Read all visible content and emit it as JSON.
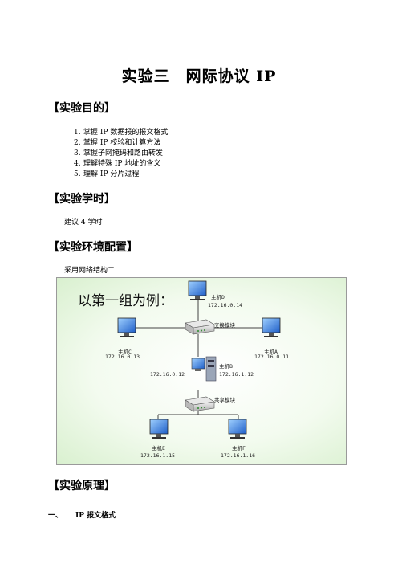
{
  "title": "实验三　网际协议 IP",
  "sections": {
    "purpose": "【实验目的】",
    "hours": "【实验学时】",
    "env": "【实验环境配置】",
    "principle": "【实验原理】"
  },
  "purpose_items": [
    {
      "num": "1.",
      "text": "掌握 IP 数据报的报文格式"
    },
    {
      "num": "2.",
      "text": "掌握 IP 校验和计算方法"
    },
    {
      "num": "3.",
      "text": "掌握子网掩码和路由转发"
    },
    {
      "num": "4.",
      "text": "理解特殊 IP 地址的含义"
    },
    {
      "num": "5.",
      "text": "理解 IP 分片过程"
    }
  ],
  "hours_text": "建议 4 学时",
  "env_text": "采用网络结构二",
  "diagram": {
    "caption": "以第一组为例：",
    "hosts": {
      "d": {
        "name": "主机D",
        "ip": "172.16.0.14"
      },
      "c": {
        "name": "主机C",
        "ip": "172.16.0.13"
      },
      "a": {
        "name": "主机A",
        "ip": "172.16.0.11"
      },
      "b": {
        "name": "主机B",
        "ip_left": "172.16.0.12",
        "ip_right": "172.16.1.12"
      },
      "e": {
        "name": "主机E",
        "ip": "172.16.1.15"
      },
      "f": {
        "name": "主机F",
        "ip": "172.16.1.16"
      }
    },
    "switch_label": "交换模块",
    "shared_label": "共享模块"
  },
  "sub_heading": {
    "idx": "一、",
    "text": "IP 报文格式"
  }
}
